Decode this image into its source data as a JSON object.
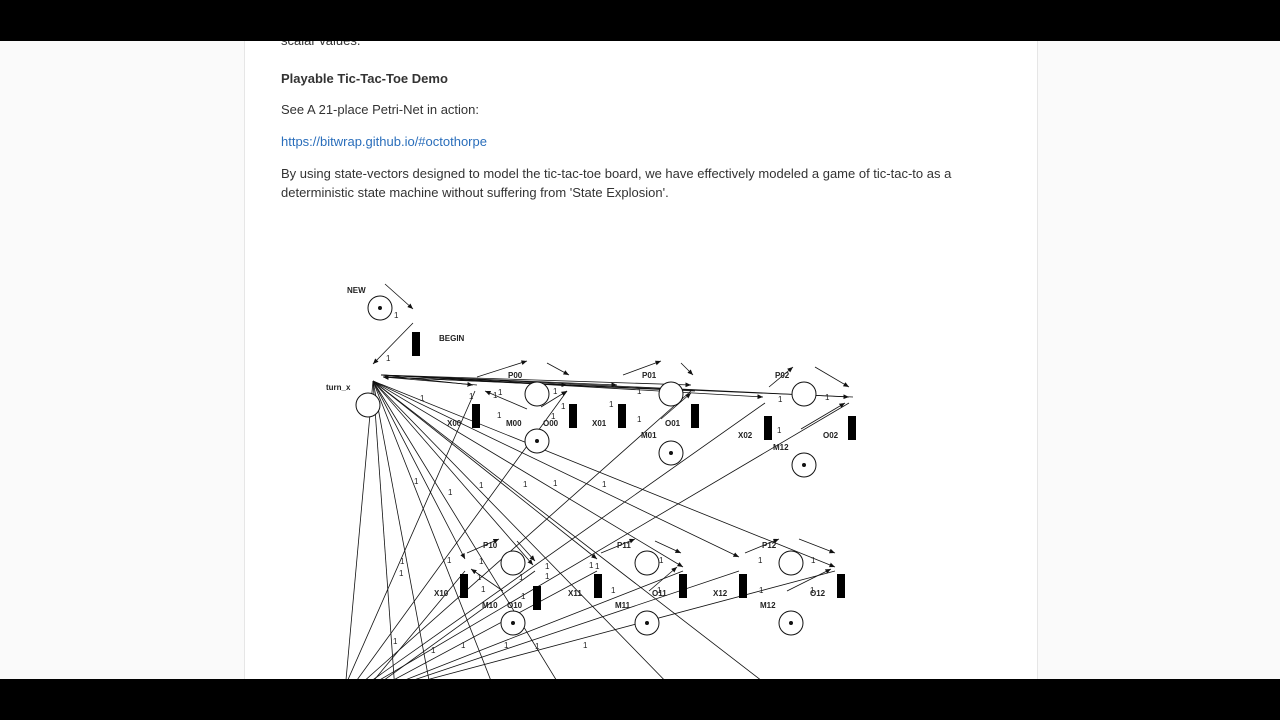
{
  "article": {
    "top_cut_text": "scalar values.",
    "heading": "Playable Tic-Tac-Toe Demo",
    "see_text": "See A 21-place Petri-Net in action:",
    "link_text": "https://bitwrap.github.io/#octothorpe",
    "para_line1": "By using state-vectors designed to model the tic-tac-toe board, we have effectively modeled a game of tic-tac-to as a",
    "para_line2": "deterministic state machine without suffering from 'State Explosion'."
  },
  "diagram": {
    "labels": {
      "new": "NEW",
      "begin": "BEGIN",
      "turn_x": "turn_x",
      "p00": "P00",
      "p01": "P01",
      "p02": "P02",
      "p10": "P10",
      "p11": "P11",
      "p12": "P12",
      "x00": "X00",
      "x01": "X01",
      "x02": "X02",
      "x10": "X10",
      "x11": "X11",
      "x12": "X12",
      "m00": "M00",
      "m01": "M01",
      "m12a": "M12",
      "m10": "M10",
      "m11": "M11",
      "m12": "M12",
      "o00": "O00",
      "o01": "O01",
      "o02": "O02",
      "o10": "O10",
      "o11": "O11",
      "o12": "O12",
      "weight": "1"
    }
  }
}
